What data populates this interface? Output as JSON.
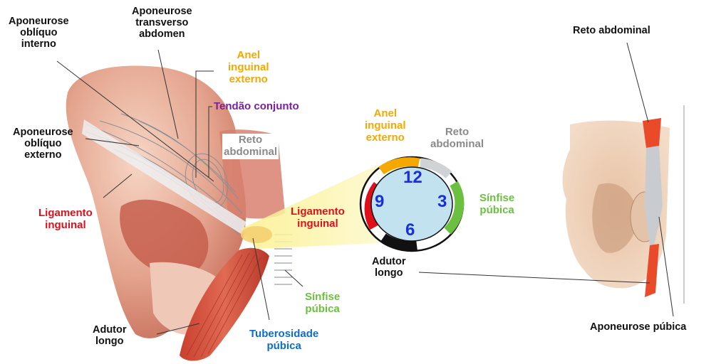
{
  "colors": {
    "orange": "#f5a800",
    "purple": "#7a1fa0",
    "gray": "#8a8a8a",
    "red": "#e0101a",
    "green": "#6cc040",
    "blue": "#0a6ec8",
    "black": "#111111",
    "clock_face": "#c3e2f0",
    "clock_numbers": "#1a2fd6",
    "highlight_yellow": "#fdf6a8"
  },
  "left_view": {
    "labels": {
      "aponeurose_obliquo_interno": [
        "Aponeurose",
        "oblíquo",
        "interno"
      ],
      "aponeurose_transverso_abdomen": [
        "Aponeurose",
        "transverso",
        "abdomen"
      ],
      "anel_inguinal_externo": [
        "Anel",
        "inguinal",
        "externo"
      ],
      "tendao_conjunto": "Tendão conjunto",
      "reto_abdominal": [
        "Reto",
        "abdominal"
      ],
      "aponeurose_obliquo_externo": [
        "Aponeurose",
        "oblíquo",
        "externo"
      ],
      "ligamento_inguinal": [
        "Ligamento",
        "inguinal"
      ],
      "adutor_longo": [
        "Adutor",
        "longo"
      ],
      "sinfise_pubica": [
        "Sínfise",
        "púbica"
      ],
      "tuberosidade_pubica": [
        "Tuberosidade",
        "púbica"
      ]
    }
  },
  "clock_view": {
    "numbers": [
      "12",
      "3",
      "6",
      "9"
    ],
    "labels": {
      "anel_inguinal_externo": [
        "Anel",
        "inguinal",
        "externo"
      ],
      "reto_abdominal": [
        "Reto",
        "abdominal"
      ],
      "sinfise_pubica": [
        "Sínfise",
        "púbica"
      ],
      "ligamento_inguinal": [
        "Ligamento",
        "inguinal"
      ],
      "adutor_longo": [
        "Adutor",
        "longo"
      ]
    },
    "segments": [
      {
        "structure": "Anel inguinal externo",
        "color": "#f5a800",
        "position": "11-12 o'clock"
      },
      {
        "structure": "Reto abdominal",
        "color": "#cfd3d6",
        "position": "12-1 o'clock"
      },
      {
        "structure": "Sínfise púbica",
        "color": "#6cc040",
        "position": "2-5 o'clock"
      },
      {
        "structure": "Adutor longo",
        "color": "#111111",
        "position": "6-7 o'clock"
      },
      {
        "structure": "Ligamento inguinal",
        "color": "#e0101a",
        "position": "8-10 o'clock"
      }
    ]
  },
  "right_view": {
    "labels": {
      "reto_abdominal": "Reto abdominal",
      "aponeurose_pubica": "Aponeurose púbica"
    }
  }
}
